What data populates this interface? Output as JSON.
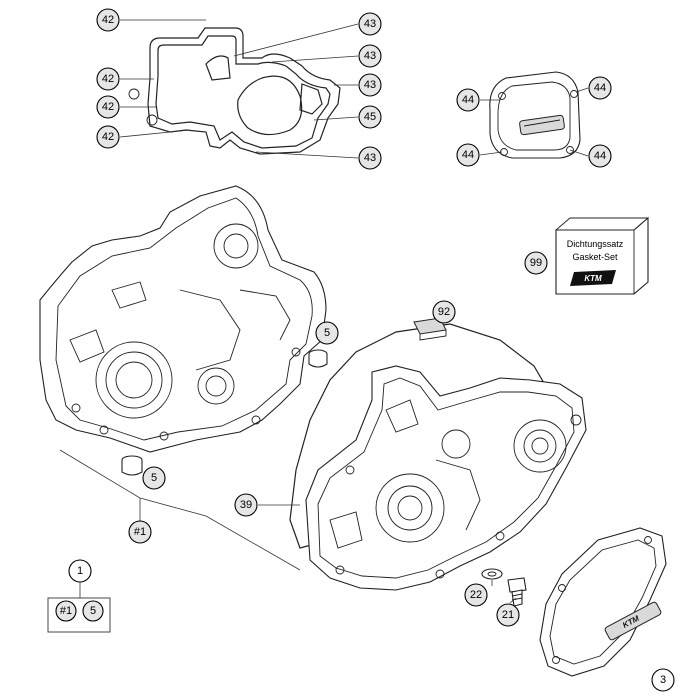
{
  "callouts": {
    "c42a": "42",
    "c42b": "42",
    "c42c": "42",
    "c42d": "42",
    "c43a": "43",
    "c43b": "43",
    "c43c": "43",
    "c43d": "43",
    "c45": "45",
    "c44a": "44",
    "c44b": "44",
    "c44c": "44",
    "c44d": "44",
    "c99": "99",
    "c5a": "5",
    "c5b": "5",
    "c92": "92",
    "c39": "39",
    "c1set": "#1",
    "c1": "1",
    "c1set_b": "#1",
    "c5c": "5",
    "c22": "22",
    "c21": "21",
    "c3": "3"
  },
  "gasket_set_box": {
    "line1": "Dichtungssatz",
    "line2": "Gasket-Set",
    "logo": "KTM"
  },
  "cover_logo": "KTM"
}
